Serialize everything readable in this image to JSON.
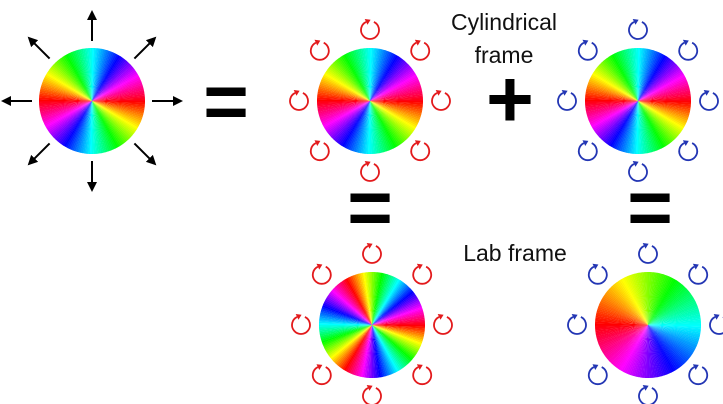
{
  "labels": {
    "cylindrical_line1": "Cylindrical",
    "cylindrical_line2": "frame",
    "lab_frame": "Lab frame"
  },
  "operators": {
    "equals": "=",
    "plus": "+"
  },
  "wheels": {
    "source": {
      "turns": 2,
      "phase": 0,
      "direction": 1
    },
    "cylindrical_red": {
      "turns": 2,
      "phase": 0,
      "direction": 1
    },
    "cylindrical_blue": {
      "turns": 2,
      "phase": 0,
      "direction": 1
    },
    "lab_red": {
      "turns": 3,
      "phase": 0,
      "direction": 1
    },
    "lab_blue": {
      "turns": 1,
      "phase": 180,
      "direction": 1
    }
  },
  "colors": {
    "red_arrows": "#e31a1c",
    "blue_arrows": "#2336b4",
    "radial_arrows": "#000000",
    "operators": "#000000"
  },
  "icons": {
    "red": "curved-arrow-icon",
    "blue": "curved-arrow-icon",
    "radial": "radial-arrow-icon"
  }
}
